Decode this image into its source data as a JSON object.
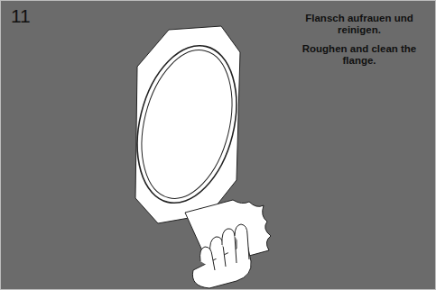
{
  "diagram": {
    "labels": [
      "11",
      "Flansch aufrauen und reinigen.",
      "Roughen and clean the flange."
    ]
  }
}
